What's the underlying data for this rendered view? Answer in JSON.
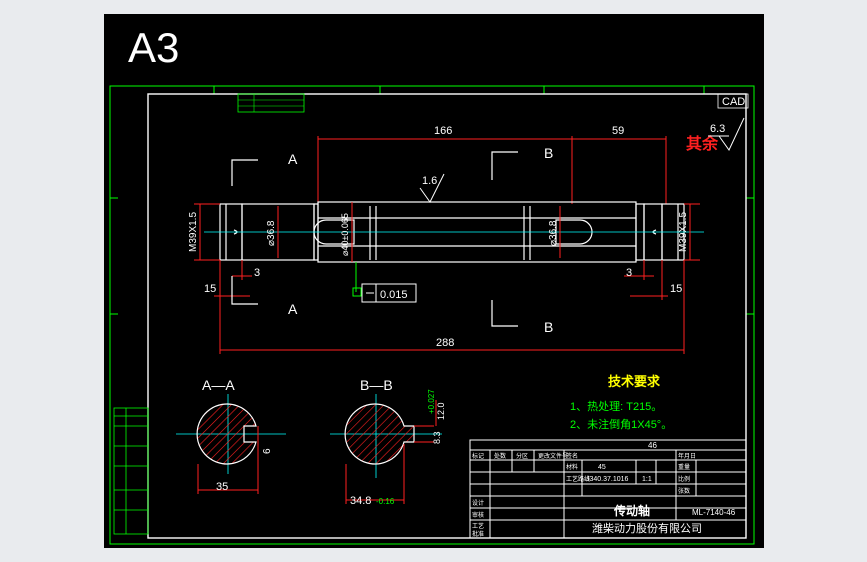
{
  "sheet": {
    "size_label": "A3",
    "cad_tag": "CAD"
  },
  "roughness": {
    "note": "其余",
    "value": "6.3",
    "shaft_value": "1.6"
  },
  "dimensions": {
    "top_166": "166",
    "top_59": "59",
    "total_288": "288",
    "thread_left": "M39X1.5",
    "thread_right": "M39X1.5",
    "dia_left": "⌀36.8",
    "dia_mid": "⌀40±0.065",
    "dia_right": "⌀36.8",
    "gap_left_3": "3",
    "gap_right_3": "3",
    "left_15": "15",
    "right_15": "15",
    "tolerance": "0.015"
  },
  "section_marks": {
    "a_top": "A",
    "a_bottom": "A",
    "b_top": "B",
    "b_bottom": "B"
  },
  "sections": {
    "aa_title": "A—A",
    "aa_width": "35",
    "aa_key": "6",
    "bb_title": "B—B",
    "bb_width": "34.8",
    "bb_tol": "-0.16",
    "bb_key": "8.3",
    "bb_right_top": "+0.027",
    "bb_right_val": "12.0"
  },
  "tech_req": {
    "title": "技术要求",
    "item1": "1、热处理: T215。",
    "item2": "2、未注倒角1X45°。"
  },
  "title_block": {
    "part_no": "46",
    "row1": [
      "标记",
      "处数",
      "分区",
      "更改文件号",
      "签名",
      "年月日"
    ],
    "material_label": "材料",
    "material": "45",
    "process_label": "工艺路线",
    "process": "J340.37.1016",
    "scale": "1:1",
    "part_name": "传动轴",
    "drawing_no": "ML-7140-46",
    "company": "潍柴动力股份有限公司",
    "design_label": "设计",
    "check_label": "审核",
    "craft_label": "工艺",
    "approve_label": "批准",
    "weight_label": "重量",
    "ratio_label": "比例",
    "sheet_label": "张数"
  },
  "colors": {
    "paper": "#000000",
    "frame": "#ffffff",
    "border": "#00ff00",
    "dimension": "#ff2020",
    "text": "#ffffff",
    "centerline": "#00ffff",
    "tech_title": "#ffff00",
    "tech_item": "#00ff00",
    "callout": "#00ff00"
  }
}
